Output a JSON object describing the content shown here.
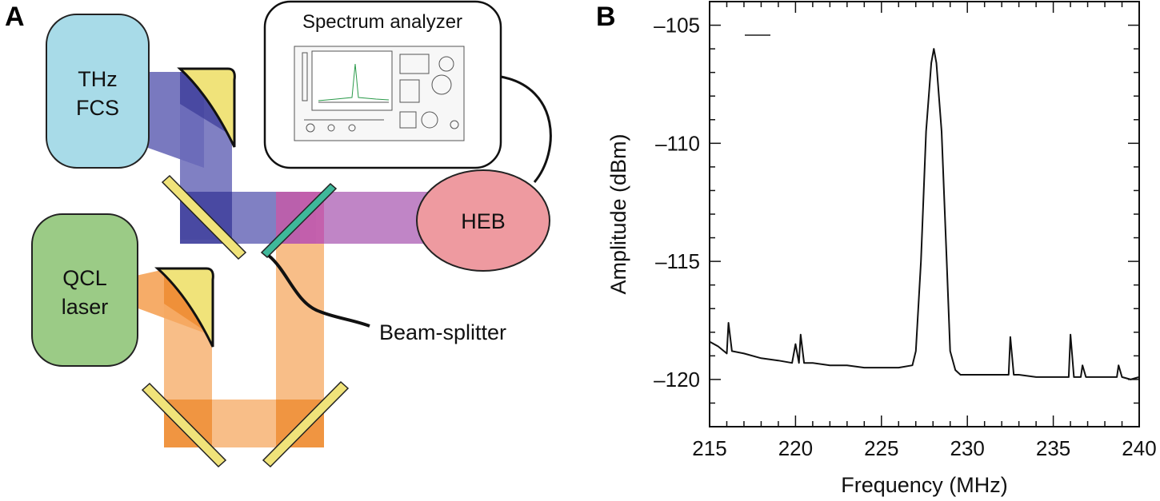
{
  "panel_a": {
    "label": "A",
    "thz_fcs": [
      "THz",
      "FCS"
    ],
    "qcl_laser": [
      "QCL",
      "laser"
    ],
    "heb": "HEB",
    "spectrum_analyzer": "Spectrum analyzer",
    "beam_splitter": "Beam-splitter",
    "colors": {
      "thz_box": "#a8dbe8",
      "qcl_box": "#9bcb86",
      "heb_box": "#ee9aa0",
      "thz_beam": "#6a6ab8",
      "qcl_beam": "#f6a860",
      "combined_beam": "#b978c0",
      "mirror": "#f0e37a",
      "splitter": "#3fb89a"
    }
  },
  "panel_b": {
    "label": "B"
  },
  "chart_data": {
    "type": "line",
    "title": "",
    "xlabel": "Frequency (MHz)",
    "ylabel": "Amplitude (dBm)",
    "xlim": [
      215,
      240
    ],
    "ylim": [
      -122,
      -104
    ],
    "xticks": [
      215,
      220,
      225,
      230,
      235,
      240
    ],
    "yticks": [
      -105,
      -110,
      -115,
      -120
    ],
    "xtick_labels": [
      "215",
      "220",
      "225",
      "230",
      "235",
      "240"
    ],
    "ytick_labels": [
      "–105",
      "–110",
      "–115",
      "–120"
    ],
    "grid": false,
    "series": [
      {
        "x": [
          215.0,
          215.5,
          216.0,
          216.1,
          216.3,
          217.0,
          218.0,
          219.0,
          219.8,
          220.0,
          220.2,
          220.3,
          220.5,
          221.0,
          222.0,
          223.0,
          224.0,
          225.0,
          226.0,
          226.8,
          227.0,
          227.3,
          227.6,
          227.9,
          228.05,
          228.2,
          228.5,
          228.8,
          229.0,
          229.3,
          229.6,
          230.0,
          231.0,
          232.0,
          232.4,
          232.5,
          232.7,
          233.0,
          234.0,
          235.0,
          235.9,
          236.0,
          236.2,
          236.6,
          236.7,
          236.9,
          237.5,
          238.0,
          238.7,
          238.8,
          239.0,
          239.5,
          240.0
        ],
        "y": [
          -118.4,
          -118.6,
          -118.9,
          -117.6,
          -118.8,
          -118.9,
          -119.1,
          -119.2,
          -119.3,
          -118.5,
          -119.3,
          -118.1,
          -119.3,
          -119.3,
          -119.4,
          -119.4,
          -119.5,
          -119.5,
          -119.5,
          -119.4,
          -118.8,
          -115.0,
          -109.5,
          -106.6,
          -106.0,
          -106.6,
          -109.5,
          -115.0,
          -118.8,
          -119.6,
          -119.8,
          -119.8,
          -119.8,
          -119.8,
          -119.8,
          -118.2,
          -119.8,
          -119.8,
          -119.9,
          -119.9,
          -119.9,
          -118.1,
          -119.9,
          -119.9,
          -119.4,
          -119.9,
          -119.9,
          -119.9,
          -119.9,
          -119.4,
          -119.9,
          -120.0,
          -119.9
        ]
      }
    ]
  }
}
